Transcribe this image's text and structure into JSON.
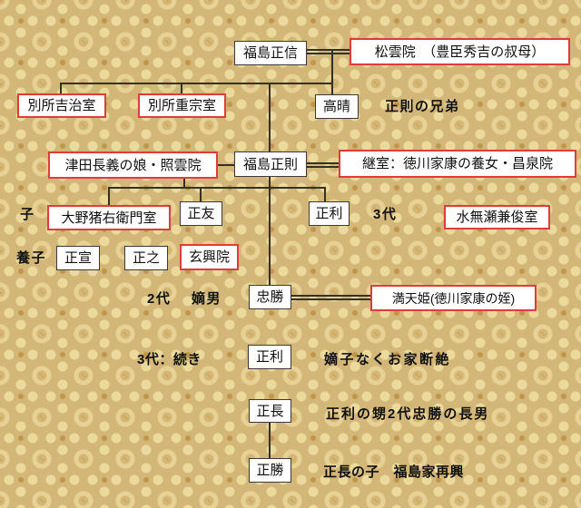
{
  "palette": {
    "background": "#d3b778",
    "motif_light": "#ecd99c",
    "motif_dark": "#c0964a",
    "box_background": "#ffffff",
    "box_border_black": "#3a3a3a",
    "box_border_red": "#e03c3c",
    "connector_line": "#333026",
    "text": "#111111"
  },
  "nodes": {
    "fukushima_masanobu": "福島正信",
    "shounin": "松雲院　（豊臣秀吉の叔母）",
    "bessho_yoshiharu": "別所吉治室",
    "bessho_shigemune": "別所重宗室",
    "takaharu": "高晴",
    "tsuda_shouunin": "津田長義の娘・照雲院",
    "fukushima_masanori": "福島正則",
    "keishitsu_shousenin": "継室：徳川家康の養女・昌泉院",
    "oono": "大野猪右衛門室",
    "masatomo": "正友",
    "masatoshi": "正利",
    "minase": "水無瀬兼俊室",
    "masanobu_adopted": "正宣",
    "masayuki": "正之",
    "genkoin": "玄興院",
    "tadakatsu": "忠勝",
    "matenhime": "満天姫(徳川家康の姪)",
    "masatoshi_continued": "正利",
    "masanaga": "正長",
    "masakatsu": "正勝"
  },
  "labels": {
    "masanori_siblings": "正則の兄弟",
    "children": "子",
    "dai3": "3代",
    "adopted": "養子",
    "dai2": "2代",
    "chakunan": "嫡男",
    "dai3_continued": "3代：続き",
    "masatoshi_note": "嫡子なくお家断絶",
    "masanaga_note": "正利の甥2代忠勝の長男",
    "masakatsu_note": "正長の子　福島家再興"
  }
}
